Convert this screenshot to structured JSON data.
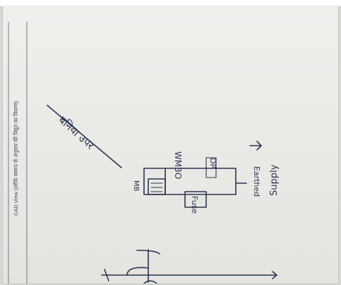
{
  "document": {
    "margin_caption": "CAD View (तरीके स्वरूप से अनुसार की विद्युत का विवरण)",
    "handwritten": {
      "note_slanted": "बनिया उपर",
      "label_arrow": "Earthed",
      "component_label_left": "WM3O",
      "component_label_mid": "DP",
      "component_label_lower": "Fuse",
      "component_label_side": "MB",
      "pointer_label": "Supply"
    },
    "ink_color": "#2b3550"
  }
}
